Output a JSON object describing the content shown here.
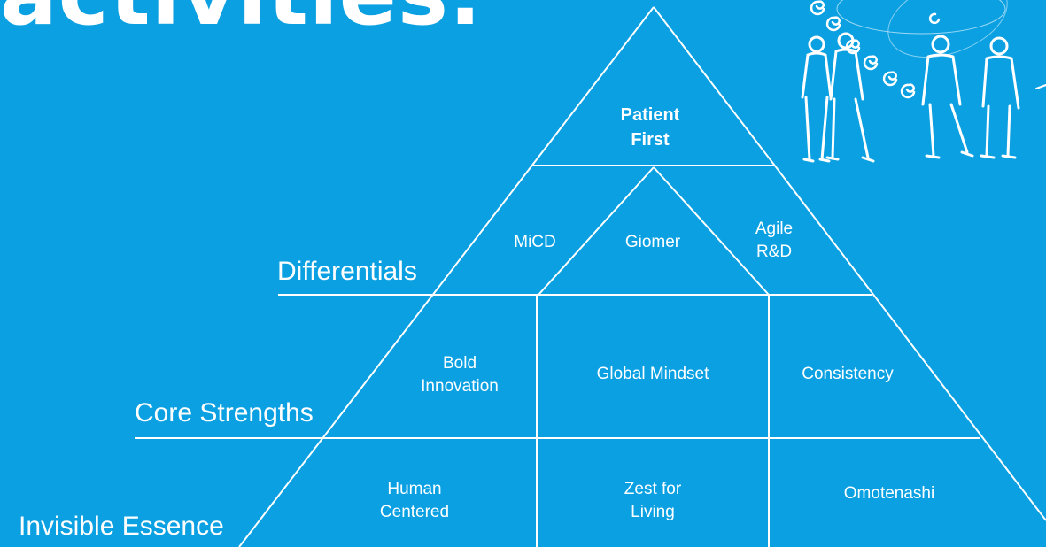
{
  "page": {
    "heading": "activities.",
    "background_color": "#0aa0e2",
    "line_color": "#ffffff"
  },
  "tiers": {
    "differentials": "Differentials",
    "core_strengths": "Core Strengths",
    "invisible_essence": "Invisible Essence"
  },
  "pyramid": {
    "apex": "Patient\nFirst",
    "differentials": {
      "left": "MiCD",
      "center": "Giomer",
      "right": "Agile\nR&D"
    },
    "core_strengths": {
      "left": "Bold\nInnovation",
      "center": "Global Mindset",
      "right": "Consistency"
    },
    "invisible_essence": {
      "left": "Human\nCentered",
      "center": "Zest for\nLiving",
      "right": "Omotenashi"
    }
  },
  "illustration": {
    "icon": "people-walking-illustration"
  }
}
